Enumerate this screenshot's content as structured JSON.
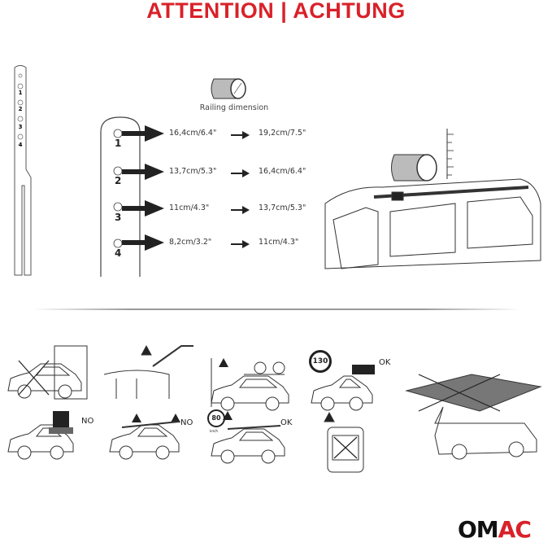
{
  "title": "ATTENTION | ACHTUNG",
  "railing_label": "Railing dimension",
  "strap_numbers": [
    "1",
    "2",
    "3",
    "4"
  ],
  "rows": [
    {
      "hole": "1",
      "from": "16,4cm/6.4\"",
      "to": "19,2cm/7.5\""
    },
    {
      "hole": "2",
      "from": "13,7cm/5.3\"",
      "to": "16,4cm/6.4\""
    },
    {
      "hole": "3",
      "from": "11cm/4.3\"",
      "to": "13,7cm/5.3\""
    },
    {
      "hole": "4",
      "from": "8,2cm/3.2\"",
      "to": "11cm/4.3\""
    }
  ],
  "warnings": {
    "no1": "NO",
    "no2": "NO",
    "ok1": "OK",
    "ok2": "OK",
    "speed1": "130",
    "speed2": "80",
    "speed_unit": "km/h"
  },
  "logo": {
    "text": "OMAC",
    "part1": "OM",
    "part2": "AC"
  },
  "colors": {
    "accent": "#d92129"
  }
}
